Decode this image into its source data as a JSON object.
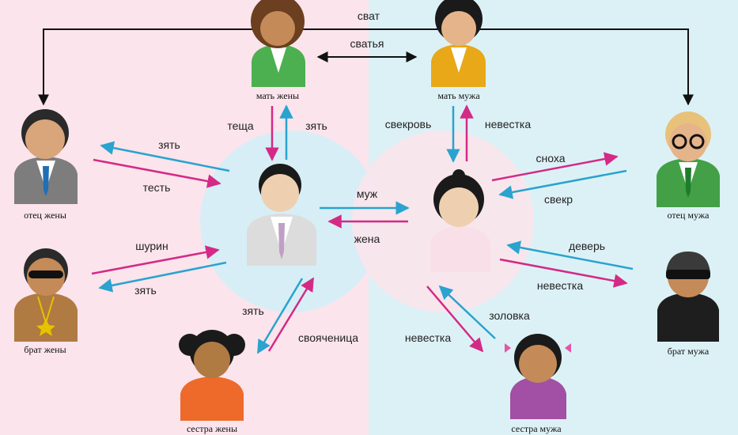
{
  "colors": {
    "bg_left": "#fbe4ec",
    "bg_right": "#dcf1f6",
    "circle": "#d7eef6",
    "pink_arrow": "#d42a86",
    "blue_arrow": "#2aa3cf",
    "black_arrow": "#111111"
  },
  "people": {
    "wife_mother": "мать жены",
    "husband_mother": "мать мужа",
    "wife_father": "отец жены",
    "husband_father": "отец мужа",
    "wife_brother": "брат жены",
    "husband_brother": "брат мужа",
    "wife_sister": "сестра жены",
    "husband_sister": "сестра мужа"
  },
  "relations": {
    "svat": "сват",
    "svatya": "сватья",
    "muzh": "муж",
    "zhena": "жена",
    "teshcha": "теща",
    "zyat_mother": "зять",
    "zyat_father": "зять",
    "test": "тесть",
    "shurin": "шурин",
    "zyat_brother": "зять",
    "zyat_sister": "зять",
    "svoyachinitsa": "свояченица",
    "svekrov": "свекровь",
    "nevestka_mother": "невестка",
    "snokha": "сноха",
    "svekr": "свекр",
    "dever": "деверь",
    "nevestka_brother": "невестка",
    "zolovka": "золовка",
    "nevestka_sister": "невестка"
  }
}
